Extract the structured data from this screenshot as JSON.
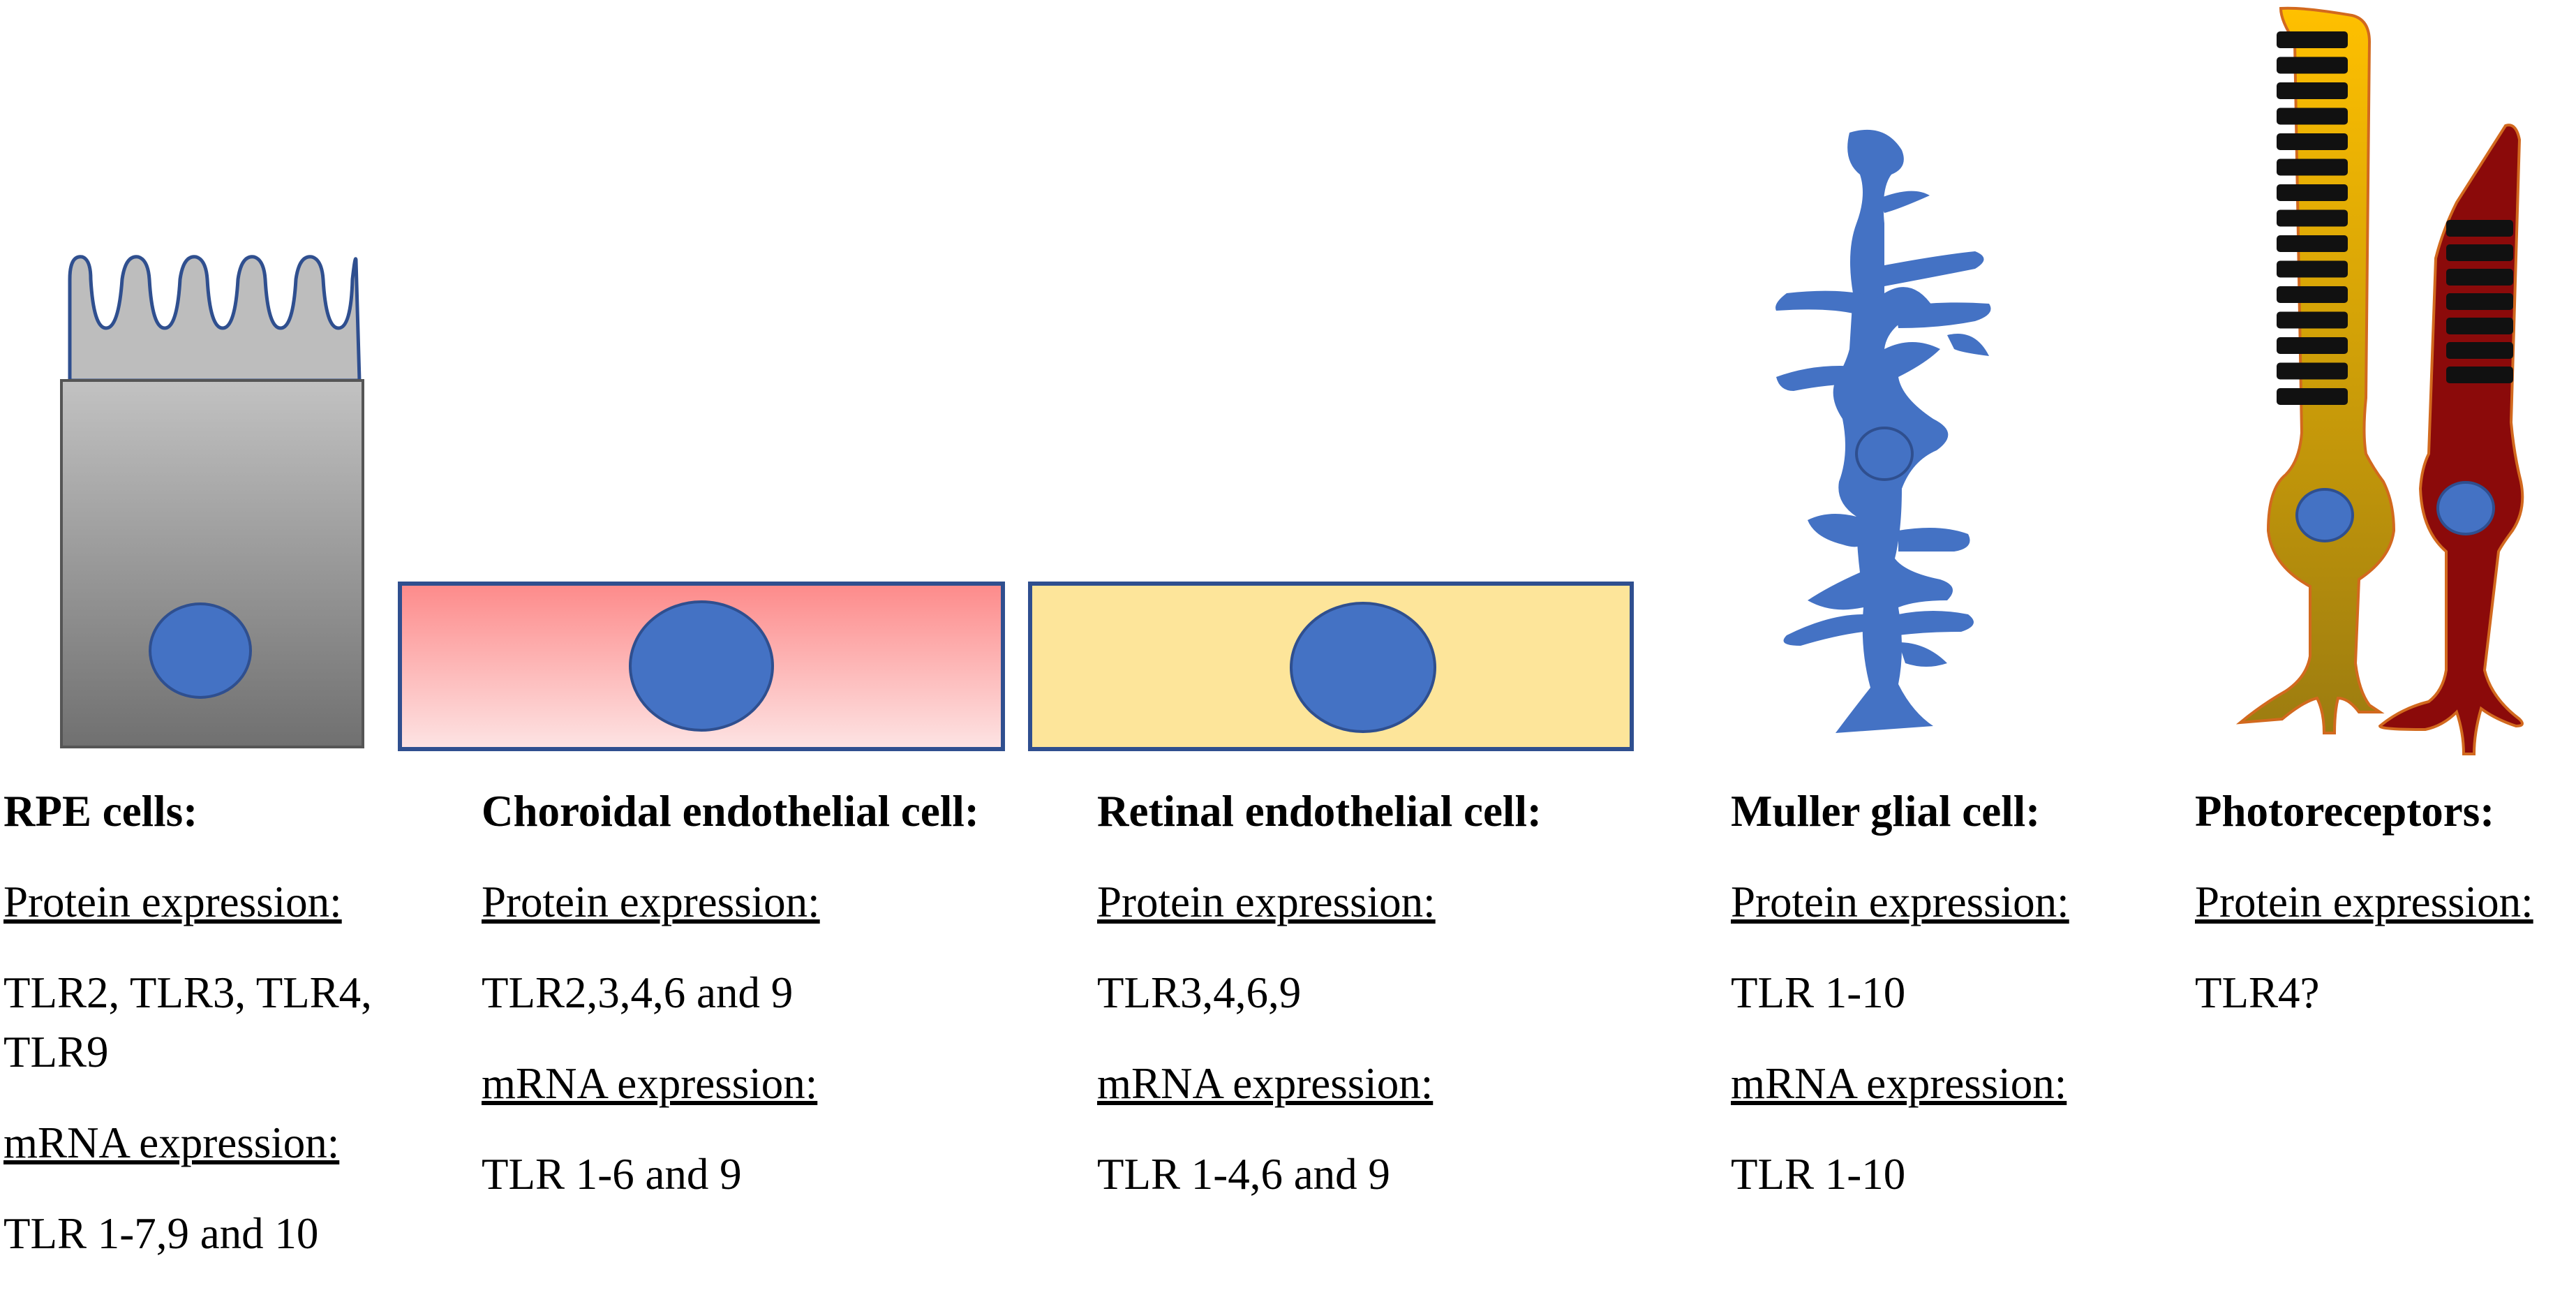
{
  "cells": [
    {
      "id": "rpe",
      "title": "RPE cells:",
      "protein_label": "Protein expression:",
      "protein_value": "TLR2, TLR3, TLR4, TLR9",
      "mrna_label": "mRNA expression:",
      "mrna_value": "TLR 1-7,9 and 10"
    },
    {
      "id": "choroidal",
      "title": "Choroidal endothelial cell:",
      "protein_label": "Protein expression:",
      "protein_value": "TLR2,3,4,6 and 9",
      "mrna_label": "mRNA expression:",
      "mrna_value": "TLR 1-6 and 9"
    },
    {
      "id": "retinal",
      "title": "Retinal endothelial cell:",
      "protein_label": "Protein expression:",
      "protein_value": "TLR3,4,6,9",
      "mrna_label": "mRNA expression:",
      "mrna_value": "TLR 1-4,6 and 9"
    },
    {
      "id": "muller",
      "title": "Muller glial cell:",
      "protein_label": "Protein expression:",
      "protein_value": "TLR 1-10",
      "mrna_label": "mRNA expression:",
      "mrna_value": "TLR 1-10"
    },
    {
      "id": "photo",
      "title": "Photoreceptors:",
      "protein_label": "Protein expression:",
      "protein_value": "TLR4?"
    }
  ],
  "colors": {
    "rpe_light": "#c2c2c2",
    "rpe_dark": "#707070",
    "choroidal_top": "#fd8a8a",
    "choroidal_bottom": "#fde4e4",
    "retinal_fill": "#fde59a",
    "outline": "#2f4f8f",
    "nucleus": "#4472c4",
    "muller": "#4472c4",
    "cone_top": "#ffc000",
    "cone_bottom": "#9c7c10",
    "rod": "#8b0a0a",
    "disc": "#111111"
  }
}
